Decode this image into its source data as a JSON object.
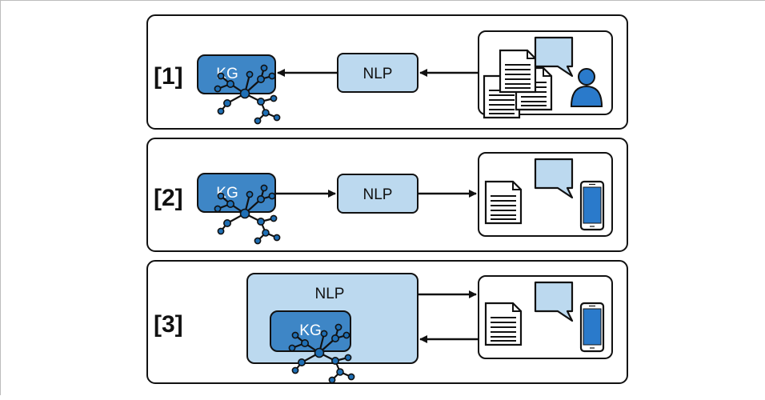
{
  "diagram": {
    "panels": [
      {
        "label": "[1]",
        "kg_label": "KG",
        "nlp_label": "NLP",
        "flow": "sources to NLP to KG",
        "sources": [
          "document-stack-icon",
          "speech-bubble-icon",
          "user-icon"
        ]
      },
      {
        "label": "[2]",
        "kg_label": "KG",
        "nlp_label": "NLP",
        "flow": "KG to NLP to outputs",
        "sources": [
          "document-icon",
          "speech-bubble-icon",
          "phone-icon"
        ]
      },
      {
        "label": "[3]",
        "kg_label": "KG",
        "nlp_label": "NLP",
        "flow": "bidirectional between NLP and outputs",
        "sources": [
          "document-icon",
          "speech-bubble-icon",
          "phone-icon"
        ]
      }
    ],
    "colors": {
      "kg_fill": "#3e86c6",
      "nlp_fill": "#bcd9ef",
      "node_fill": "#1f6fb5",
      "outline": "#111111",
      "bubble_fill": "#bcd9ef",
      "phone_screen": "#2a7acb"
    }
  }
}
